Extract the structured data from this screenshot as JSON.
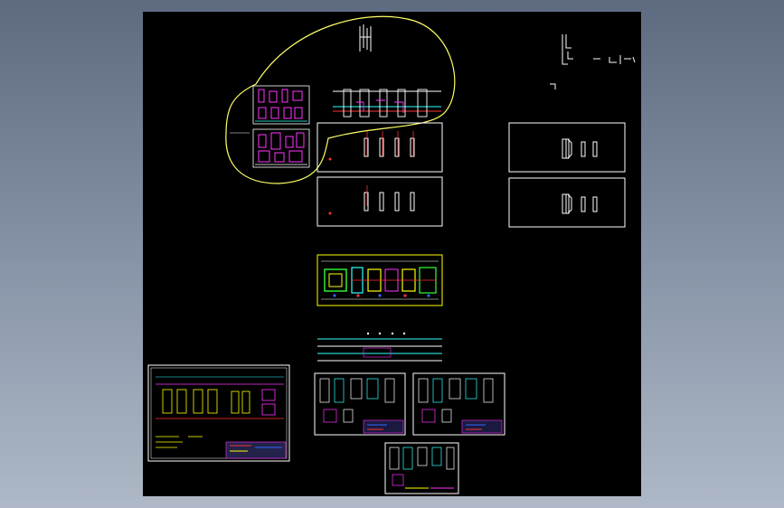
{
  "viewer": {
    "background": "#000000",
    "colors": {
      "frame": "#ffffff",
      "highlight": "#ffff66",
      "magenta": "#ff33ff",
      "red": "#ff3333",
      "cyan": "#33ffff",
      "green": "#33ff33",
      "blue": "#3366ff",
      "yellow": "#ffff00"
    }
  },
  "sheets": [
    {
      "id": "sheet-elevation-top",
      "kind": "elevation"
    },
    {
      "id": "sheet-elevation-bottom",
      "kind": "elevation"
    },
    {
      "id": "sheet-side-top",
      "kind": "side"
    },
    {
      "id": "sheet-side-bottom",
      "kind": "side"
    },
    {
      "id": "sheet-plan-colored",
      "kind": "plan"
    },
    {
      "id": "sheet-assembly-large",
      "kind": "assembly"
    },
    {
      "id": "sheet-details-1",
      "kind": "details"
    },
    {
      "id": "sheet-details-2",
      "kind": "details"
    },
    {
      "id": "sheet-details-3",
      "kind": "details"
    },
    {
      "id": "sheet-thumb-1",
      "kind": "thumbnail"
    },
    {
      "id": "sheet-thumb-2",
      "kind": "thumbnail"
    }
  ]
}
